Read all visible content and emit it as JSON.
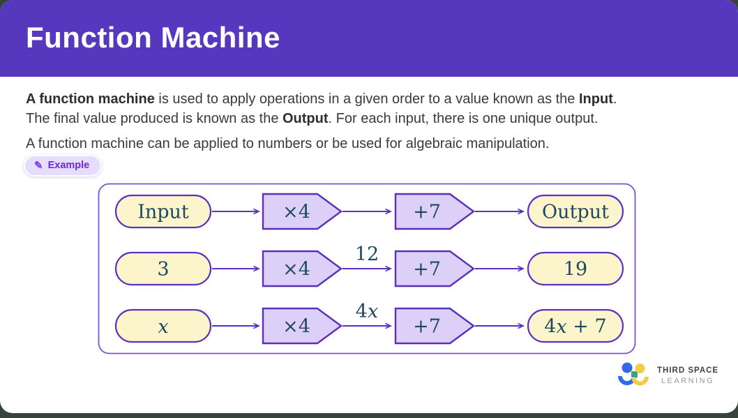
{
  "header": {
    "title": "Function Machine"
  },
  "intro": {
    "line1": [
      {
        "b": true,
        "t": "A function machine"
      },
      {
        "b": false,
        "t": " is used to apply operations in a given order to a value known as the "
      },
      {
        "b": true,
        "t": "Input"
      },
      {
        "b": false,
        "t": "."
      }
    ],
    "line2": [
      {
        "b": false,
        "t": "The final value produced is known as the "
      },
      {
        "b": true,
        "t": "Output"
      },
      {
        "b": false,
        "t": ". For each input, there is one unique output."
      }
    ],
    "p2": "A function machine can be applied to numbers or be used for algebraic manipulation."
  },
  "badge": {
    "label": "Example",
    "icon": "pencil-icon"
  },
  "diagram": {
    "rows": [
      {
        "input": "Input",
        "op1": "×4",
        "mid": "",
        "op2": "+7",
        "output": "Output"
      },
      {
        "input": "3",
        "op1": "×4",
        "mid": "12",
        "op2": "+7",
        "output": "19"
      },
      {
        "input": "x",
        "op1": "×4",
        "mid": "4x",
        "op2": "+7",
        "output": "4x + 7"
      }
    ]
  },
  "logo": {
    "line1": "THIRD SPACE",
    "line2": "LEARNING"
  },
  "colors": {
    "header_bg": "#5638BE",
    "accent_stroke": "#5B31C1",
    "frame_stroke": "#7A52D4",
    "pill_fill": "#FCF4CB",
    "operation_fill": "#DCCFF8",
    "diagram_text": "#1F4860",
    "badge_bg": "#E6DCFB",
    "badge_text": "#6D28D9",
    "page_bg": "#36443B",
    "logo_blue": "#2E6BE6",
    "logo_yellow": "#EFCC4B",
    "logo_teal": "#33A886"
  }
}
